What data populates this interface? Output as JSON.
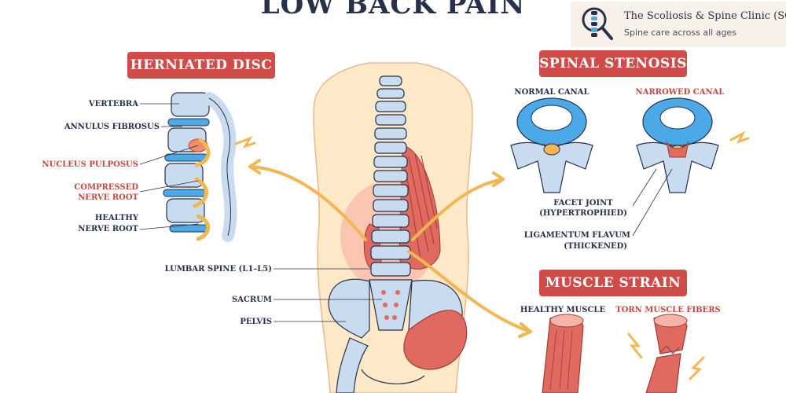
{
  "title": "LOW BACK PAIN",
  "clinic": {
    "name": "The Scoliosis & Spine Clinic (SG)",
    "tagline": "Spine care across all ages",
    "logo": "spine-magnifier-logo"
  },
  "colors": {
    "badge": "#cf4c48",
    "navy": "#27314a",
    "red_text": "#c6473d",
    "arrow": "#f2b652",
    "body": "#fde8c8",
    "bone": "#c9dcef",
    "disc": "#4aa9e6",
    "muscle": "#d9534f"
  },
  "sections": {
    "herniated_disc": {
      "title": "HERNIATED DISC",
      "labels": [
        "VERTEBRA",
        "ANNULUS FIBROSUS",
        "NUCLEUS PULPOSUS",
        "COMPRESSED",
        "NERVE ROOT",
        "HEALTHY",
        "NERVE ROOT"
      ]
    },
    "spinal_stenosis": {
      "title": "SPINAL STENOSIS",
      "normal": "NORMAL CANAL",
      "narrowed": "NARROWED CANAL",
      "facet": "FACET JOINT",
      "facet_note": "(HYPERTROPHIED)",
      "ligament": "LIGAMENTUM FLAVUM",
      "ligament_note": "(THICKENED)"
    },
    "muscle_strain": {
      "title": "MUSCLE STRAIN",
      "healthy": "HEALTHY MUSCLE",
      "torn": "TORN MUSCLE FIBERS"
    },
    "anatomy": {
      "lumbar": "LUMBAR SPINE (L1–L5)",
      "sacrum": "SACRUM",
      "pelvis": "PELVIS"
    }
  }
}
